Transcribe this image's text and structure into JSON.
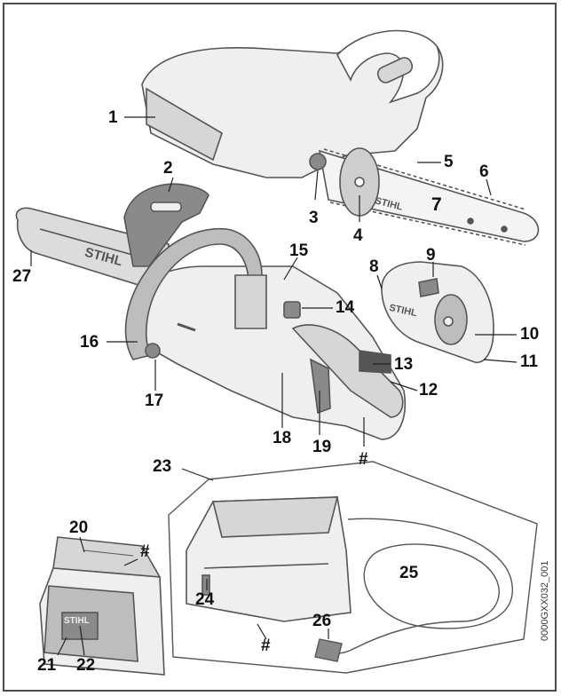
{
  "labels": {
    "l1": "1",
    "l2": "2",
    "l3": "3",
    "l4": "4",
    "l5": "5",
    "l6": "6",
    "l7": "7",
    "l8": "8",
    "l9": "9",
    "l10": "10",
    "l11": "11",
    "l12": "12",
    "l13": "13",
    "l14": "14",
    "l15": "15",
    "l16": "16",
    "l17": "17",
    "l18": "18",
    "l19": "19",
    "l20": "20",
    "l21": "21",
    "l22": "22",
    "l23": "23",
    "l24": "24",
    "l25": "25",
    "l26": "26",
    "l27": "27",
    "hash_saw": "#",
    "hash_battery": "#",
    "hash_charger": "#"
  },
  "branding": {
    "brand_text": "STIHL"
  },
  "figure_code": "0000GXX032_001",
  "colors": {
    "line": "#555555",
    "fill_light": "#efefef",
    "fill_mid": "#d6d6d6",
    "fill_dark": "#8a8a8a",
    "label": "#111111"
  }
}
